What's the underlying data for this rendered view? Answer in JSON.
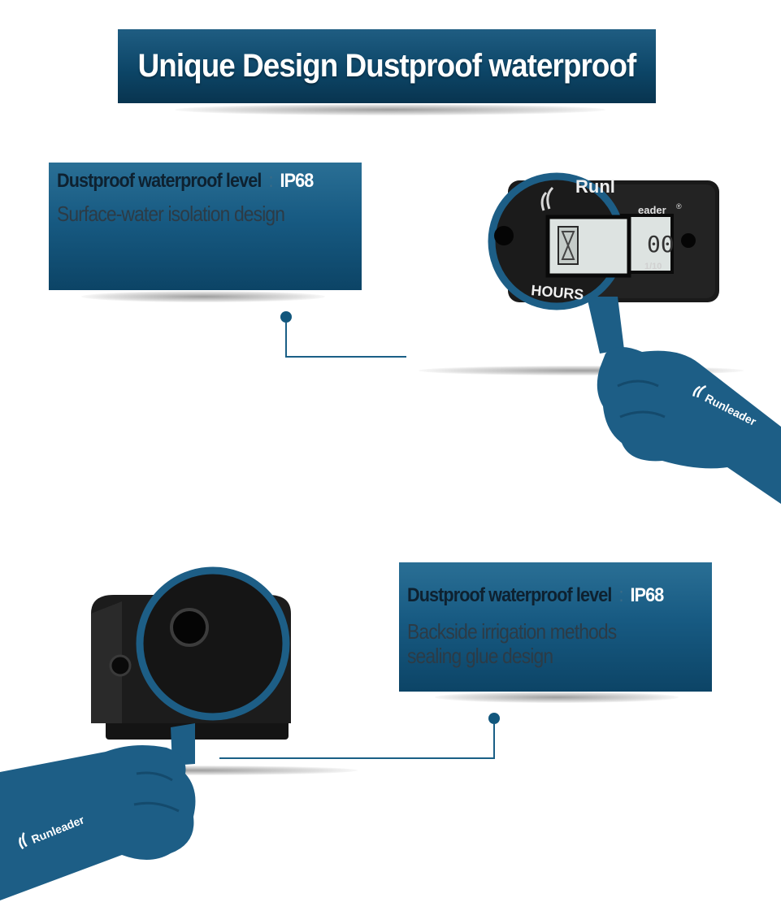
{
  "title": "Unique Design Dustproof waterproof",
  "panel_top": {
    "label": "Dustproof waterproof level",
    "separator": ":",
    "value": "IP68",
    "description": "Surface-water isolation design"
  },
  "panel_bottom": {
    "label": "Dustproof waterproof level",
    "separator": ":",
    "value": "IP68",
    "description_line1": "Backside irrigation methods",
    "description_line2": "sealing glue design"
  },
  "device_top": {
    "brand_text": "Runleader",
    "brand_partial": "Runl",
    "brand_rest": "eader",
    "registered": "®",
    "hours_label": "HOURS",
    "fraction_label": "1/10",
    "lcd_digits": "00"
  },
  "hand_top_brand": "Runleader",
  "hand_bottom_brand": "Runleader",
  "colors": {
    "brand_blue": "#175a82",
    "dark_blue": "#08344f",
    "hand_blue": "#1d5e86",
    "device_black": "#1a1a1a",
    "lcd": "#dde3e1"
  }
}
